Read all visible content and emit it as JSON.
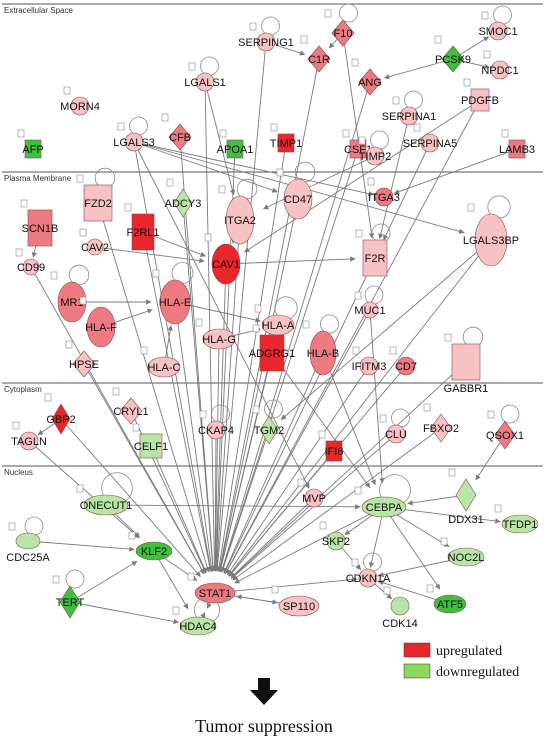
{
  "regions": [
    {
      "label": "Extracellular Space"
    },
    {
      "label": "Plasma Membrane"
    },
    {
      "label": "Cytoplasm"
    },
    {
      "label": "Nucleus"
    }
  ],
  "colors": {
    "up_strong": "#e8262b",
    "up_mid": "#ec7a80",
    "up_light": "#f6c2c4",
    "down_strong": "#3fbf3f",
    "down_light": "#b7e6a6",
    "edge": "#7a7a7a",
    "stroke": "#8a4a4a"
  },
  "nodes": [
    {
      "id": "SERPING1",
      "label": "SERPING1",
      "shape": "circle",
      "color": "up_light"
    },
    {
      "id": "F10",
      "label": "F10",
      "shape": "diamond",
      "color": "up_mid"
    },
    {
      "id": "SMOC1",
      "label": "SMOC1",
      "shape": "circle",
      "color": "up_light"
    },
    {
      "id": "C1R",
      "label": "C1R",
      "shape": "diamond",
      "color": "up_mid"
    },
    {
      "id": "PCSK9",
      "label": "PCSK9",
      "shape": "diamond",
      "color": "down_strong"
    },
    {
      "id": "NPDC1",
      "label": "NPDC1",
      "shape": "circle",
      "color": "up_light"
    },
    {
      "id": "LGALS1",
      "label": "LGALS1",
      "shape": "circle",
      "color": "up_light"
    },
    {
      "id": "ANG",
      "label": "ANG",
      "shape": "diamond",
      "color": "up_mid"
    },
    {
      "id": "PDGFB",
      "label": "PDGFB",
      "shape": "rect",
      "color": "up_light"
    },
    {
      "id": "MORN4",
      "label": "MORN4",
      "shape": "circle",
      "color": "up_light"
    },
    {
      "id": "SERPINA1",
      "label": "SERPINA1",
      "shape": "circle",
      "color": "up_light"
    },
    {
      "id": "AFP",
      "label": "AFP",
      "shape": "rect",
      "color": "down_strong"
    },
    {
      "id": "LGALS3",
      "label": "LGALS3",
      "shape": "circle",
      "color": "up_light"
    },
    {
      "id": "CFB",
      "label": "CFB",
      "shape": "diamond",
      "color": "up_mid"
    },
    {
      "id": "APOA1",
      "label": "APOA1",
      "shape": "rect",
      "color": "down_strong"
    },
    {
      "id": "TIMP1",
      "label": "TIMP1",
      "shape": "rect",
      "color": "up_strong"
    },
    {
      "id": "CSF1",
      "label": "CSF1",
      "shape": "rect",
      "color": "up_mid"
    },
    {
      "id": "SERPINA5",
      "label": "SERPINA5",
      "shape": "circle",
      "color": "up_light"
    },
    {
      "id": "LAMB3",
      "label": "LAMB3",
      "shape": "rect",
      "color": "up_mid"
    },
    {
      "id": "TIMP2",
      "label": "TIMP2",
      "shape": "circle",
      "color": "up_light"
    },
    {
      "id": "FZD2",
      "label": "FZD2",
      "shape": "rect",
      "color": "up_light"
    },
    {
      "id": "ADCY3",
      "label": "ADCY3",
      "shape": "diamond",
      "color": "down_light"
    },
    {
      "id": "CD47",
      "label": "CD47",
      "shape": "ellipse",
      "color": "up_light"
    },
    {
      "id": "ITGA3",
      "label": "ITGA3",
      "shape": "circle",
      "color": "up_mid"
    },
    {
      "id": "SCN1B",
      "label": "SCN1B",
      "shape": "rect",
      "color": "up_mid"
    },
    {
      "id": "F2RL1",
      "label": "F2RL1",
      "shape": "rect",
      "color": "up_strong"
    },
    {
      "id": "ITGA2",
      "label": "ITGA2",
      "shape": "ellipse",
      "color": "up_light"
    },
    {
      "id": "LGALS3BP",
      "label": "LGALS3BP",
      "shape": "ellipse",
      "color": "up_light"
    },
    {
      "id": "CAV2",
      "label": "CAV2",
      "shape": "circle",
      "color": "up_light"
    },
    {
      "id": "CAV1",
      "label": "CAV1",
      "shape": "ellipse",
      "color": "up_strong"
    },
    {
      "id": "F2R",
      "label": "F2R",
      "shape": "rect",
      "color": "up_light"
    },
    {
      "id": "CD99",
      "label": "CD99",
      "shape": "circle",
      "color": "up_light"
    },
    {
      "id": "MR1",
      "label": "MR1",
      "shape": "ellipse",
      "color": "up_mid"
    },
    {
      "id": "HLA-E",
      "label": "HLA-E",
      "shape": "ellipse",
      "color": "up_mid"
    },
    {
      "id": "MUC1",
      "label": "MUC1",
      "shape": "circle",
      "color": "up_light"
    },
    {
      "id": "HLA-F",
      "label": "HLA-F",
      "shape": "ellipse",
      "color": "up_mid"
    },
    {
      "id": "HLA-A",
      "label": "HLA-A",
      "shape": "ellipse",
      "color": "up_light"
    },
    {
      "id": "HLA-G",
      "label": "HLA-G",
      "shape": "ellipse",
      "color": "up_light"
    },
    {
      "id": "ADGRG1",
      "label": "ADGRG1",
      "shape": "rect",
      "color": "up_strong"
    },
    {
      "id": "HLA-B",
      "label": "HLA-B",
      "shape": "ellipse",
      "color": "up_mid"
    },
    {
      "id": "GABBR1",
      "label": "GABBR1",
      "shape": "rect",
      "color": "up_light"
    },
    {
      "id": "HPSE",
      "label": "HPSE",
      "shape": "diamond",
      "color": "up_light"
    },
    {
      "id": "HLA-C",
      "label": "HLA-C",
      "shape": "ellipse",
      "color": "up_light"
    },
    {
      "id": "IFITM3",
      "label": "IFITM3",
      "shape": "circle",
      "color": "up_light"
    },
    {
      "id": "CD7",
      "label": "CD7",
      "shape": "circle",
      "color": "up_mid"
    },
    {
      "id": "GBP2",
      "label": "GBP2",
      "shape": "diamond",
      "color": "up_strong"
    },
    {
      "id": "CRYL1",
      "label": "CRYL1",
      "shape": "diamond",
      "color": "up_light"
    },
    {
      "id": "TAGLN",
      "label": "TAGLN",
      "shape": "circle",
      "color": "up_light"
    },
    {
      "id": "CELF1",
      "label": "CELF1",
      "shape": "rect",
      "color": "down_light"
    },
    {
      "id": "CKAP4",
      "label": "CKAP4",
      "shape": "circle",
      "color": "up_light"
    },
    {
      "id": "TGM2",
      "label": "TGM2",
      "shape": "diamond",
      "color": "down_light"
    },
    {
      "id": "IFI6",
      "label": "IFI6",
      "shape": "rect",
      "color": "up_strong"
    },
    {
      "id": "CLU",
      "label": "CLU",
      "shape": "circle",
      "color": "up_light"
    },
    {
      "id": "FBXO2",
      "label": "FBXO2",
      "shape": "diamond",
      "color": "up_light"
    },
    {
      "id": "QSOX1",
      "label": "QSOX1",
      "shape": "diamond",
      "color": "up_mid"
    },
    {
      "id": "ONECUT1",
      "label": "ONECUT1",
      "shape": "ellipse",
      "color": "down_light"
    },
    {
      "id": "MVP",
      "label": "MVP",
      "shape": "circle",
      "color": "up_light"
    },
    {
      "id": "CEBPA",
      "label": "CEBPA",
      "shape": "ellipse",
      "color": "down_light"
    },
    {
      "id": "DDX31",
      "label": "DDX31",
      "shape": "diamond",
      "color": "down_light"
    },
    {
      "id": "TFDP1",
      "label": "TFDP1",
      "shape": "ellipse",
      "color": "down_light"
    },
    {
      "id": "CDC25A",
      "label": "CDC25A",
      "shape": "ellipse",
      "color": "down_light"
    },
    {
      "id": "SKP2",
      "label": "SKP2",
      "shape": "circle",
      "color": "down_light"
    },
    {
      "id": "KLF2",
      "label": "KLF2",
      "shape": "ellipse",
      "color": "down_strong"
    },
    {
      "id": "NOC2L",
      "label": "NOC2L",
      "shape": "ellipse",
      "color": "down_light"
    },
    {
      "id": "STAT1",
      "label": "STAT1",
      "shape": "ellipse",
      "color": "up_mid"
    },
    {
      "id": "CDKN1A",
      "label": "CDKN1A",
      "shape": "circle",
      "color": "up_light"
    },
    {
      "id": "ATF5",
      "label": "ATF5",
      "shape": "ellipse",
      "color": "down_strong"
    },
    {
      "id": "TERT",
      "label": "TERT",
      "shape": "diamond",
      "color": "down_strong"
    },
    {
      "id": "SP110",
      "label": "SP110",
      "shape": "ellipse",
      "color": "up_light"
    },
    {
      "id": "CDK14",
      "label": "CDK14",
      "shape": "circle",
      "color": "down_light"
    },
    {
      "id": "HDAC4",
      "label": "HDAC4",
      "shape": "ellipse",
      "color": "down_light"
    }
  ],
  "edges": [
    [
      "SERPING1",
      "C1R"
    ],
    [
      "F10",
      "C1R"
    ],
    [
      "PCSK9",
      "ANG"
    ],
    [
      "PCSK9",
      "NPDC1"
    ],
    [
      "PCSK9",
      "SMOC1"
    ],
    [
      "LGALS1",
      "ITGA2"
    ],
    [
      "LGALS1",
      "STAT1"
    ],
    [
      "LGALS3",
      "CD47"
    ],
    [
      "LGALS3",
      "LGALS3BP"
    ],
    [
      "LGALS3",
      "ITGA3"
    ],
    [
      "LGALS3",
      "MVP"
    ],
    [
      "LGALS3",
      "STAT1"
    ],
    [
      "CFB",
      "STAT1"
    ],
    [
      "APOA1",
      "STAT1"
    ],
    [
      "TIMP1",
      "STAT1"
    ],
    [
      "CSF1",
      "STAT1"
    ],
    [
      "CSF1",
      "TIMP2"
    ],
    [
      "TIMP2",
      "ITGA2"
    ],
    [
      "SERPINA1",
      "F2R"
    ],
    [
      "SERPINA5",
      "F2R"
    ],
    [
      "LAMB3",
      "ITGA3"
    ],
    [
      "ANG",
      "STAT1"
    ],
    [
      "PDGFB",
      "STAT1"
    ],
    [
      "PDGFB",
      "CAV1"
    ],
    [
      "F10",
      "F2R"
    ],
    [
      "C1R",
      "STAT1"
    ],
    [
      "SERPING1",
      "STAT1"
    ],
    [
      "CD47",
      "STAT1"
    ],
    [
      "ITGA2",
      "STAT1"
    ],
    [
      "ITGA2",
      "CAV1"
    ],
    [
      "F2RL1",
      "CAV1"
    ],
    [
      "F2RL1",
      "STAT1"
    ],
    [
      "FZD2",
      "STAT1"
    ],
    [
      "ADCY3",
      "STAT1"
    ],
    [
      "CAV1",
      "STAT1"
    ],
    [
      "CAV1",
      "F2R"
    ],
    [
      "CAV2",
      "CAV1"
    ],
    [
      "SCN1B",
      "CD99"
    ],
    [
      "CD99",
      "STAT1"
    ],
    [
      "F2R",
      "STAT1"
    ],
    [
      "LGALS3BP",
      "STAT1"
    ],
    [
      "LGALS3BP",
      "TGM2"
    ],
    [
      "MUC1",
      "STAT1"
    ],
    [
      "MUC1",
      "CEBPA"
    ],
    [
      "HLA-E",
      "STAT1"
    ],
    [
      "HLA-E",
      "HLA-A"
    ],
    [
      "HLA-F",
      "HLA-E"
    ],
    [
      "MR1",
      "HLA-E"
    ],
    [
      "HLA-A",
      "STAT1"
    ],
    [
      "HLA-B",
      "STAT1"
    ],
    [
      "HLA-B",
      "CEBPA"
    ],
    [
      "HLA-G",
      "HLA-A"
    ],
    [
      "HLA-G",
      "STAT1"
    ],
    [
      "HLA-C",
      "HLA-E"
    ],
    [
      "ADGRG1",
      "STAT1"
    ],
    [
      "ADGRG1",
      "CEBPA"
    ],
    [
      "HPSE",
      "STAT1"
    ],
    [
      "IFITM3",
      "STAT1"
    ],
    [
      "CD7",
      "STAT1"
    ],
    [
      "GABBR1",
      "STAT1"
    ],
    [
      "GBP2",
      "TAGLN"
    ],
    [
      "GBP2",
      "STAT1"
    ],
    [
      "CRYL1",
      "STAT1"
    ],
    [
      "CELF1",
      "STAT1"
    ],
    [
      "CKAP4",
      "STAT1"
    ],
    [
      "TGM2",
      "STAT1"
    ],
    [
      "IFI6",
      "STAT1"
    ],
    [
      "CLU",
      "STAT1"
    ],
    [
      "FBXO2",
      "STAT1"
    ],
    [
      "QSOX1",
      "DDX31"
    ],
    [
      "ONECUT1",
      "CEBPA"
    ],
    [
      "ONECUT1",
      "KLF2"
    ],
    [
      "MVP",
      "STAT1"
    ],
    [
      "CEBPA",
      "STAT1"
    ],
    [
      "CEBPA",
      "SKP2"
    ],
    [
      "CEBPA",
      "CDKN1A"
    ],
    [
      "CEBPA",
      "TFDP1"
    ],
    [
      "CEBPA",
      "NOC2L"
    ],
    [
      "CEBPA",
      "ATF5"
    ],
    [
      "DDX31",
      "CEBPA"
    ],
    [
      "CDC25A",
      "KLF2"
    ],
    [
      "SKP2",
      "CDKN1A"
    ],
    [
      "KLF2",
      "STAT1"
    ],
    [
      "KLF2",
      "HDAC4"
    ],
    [
      "NOC2L",
      "CDKN1A"
    ],
    [
      "STAT1",
      "CDKN1A"
    ],
    [
      "STAT1",
      "SP110"
    ],
    [
      "STAT1",
      "HDAC4"
    ],
    [
      "CDKN1A",
      "CDK14"
    ],
    [
      "TERT",
      "HDAC4"
    ],
    [
      "TERT",
      "KLF2"
    ],
    [
      "HDAC4",
      "STAT1"
    ],
    [
      "ATF5",
      "CDKN1A"
    ],
    [
      "SP110",
      "STAT1"
    ],
    [
      "TAGLN",
      "KLF2"
    ]
  ],
  "legend": [
    {
      "label": "upregulated",
      "color": "up_strong"
    },
    {
      "label": "downregulated",
      "color": "down_light"
    }
  ],
  "footer": {
    "label": "Tumor suppression"
  }
}
